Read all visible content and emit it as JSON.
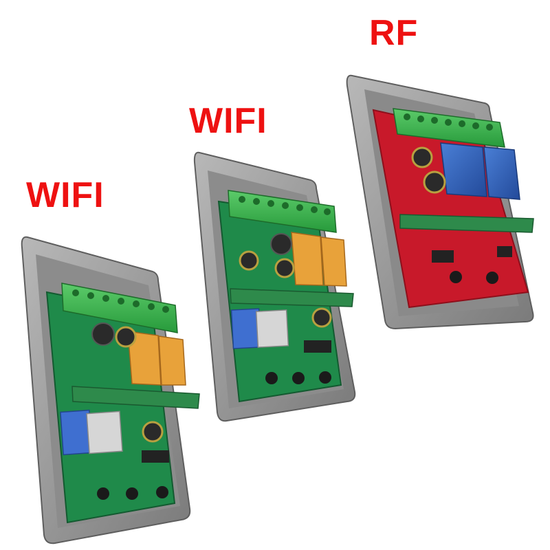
{
  "labels": {
    "left": "WIFI",
    "middle": "WIFI",
    "right": "RF"
  },
  "colors": {
    "label": "#ee1111",
    "housing": "#9b9b9b",
    "housing_dark": "#6f6f6f",
    "housing_light": "#c4c4c4",
    "pcb_green": "#1f8a4a",
    "pcb_red": "#c8192a",
    "terminal_green": "#39b54a",
    "relay_orange": "#e8a23a",
    "relay_blue": "#2f5fb8",
    "wifi_module_blue": "#3f6fd0"
  },
  "devices": [
    {
      "id": "left",
      "type": "wifi-receiver"
    },
    {
      "id": "middle",
      "type": "wifi-receiver"
    },
    {
      "id": "right",
      "type": "rf-receiver"
    }
  ]
}
